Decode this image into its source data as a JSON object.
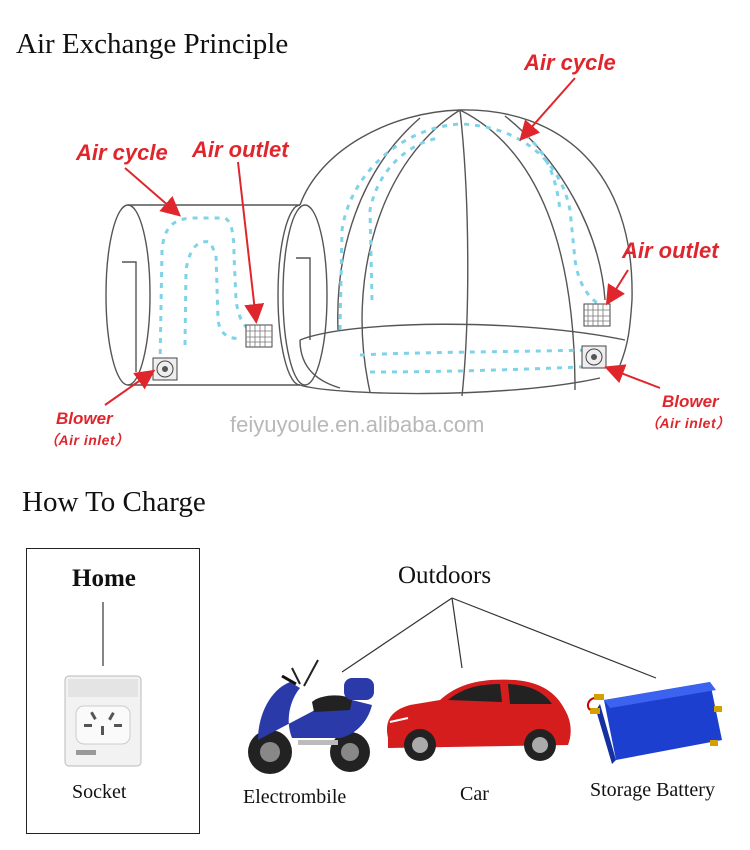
{
  "air_section": {
    "title": "Air Exchange Principle",
    "labels": {
      "air_cycle_left": "Air cycle",
      "air_outlet_left": "Air outlet",
      "air_cycle_right": "Air cycle",
      "air_outlet_right": "Air outlet",
      "blower_left": "Blower",
      "air_inlet_left": "（Air inlet）",
      "blower_right": "Blower",
      "air_inlet_right": "（Air inlet）"
    },
    "watermark": "feiyuyoule.en.alibaba.com",
    "colors": {
      "label_red": "#e0262d",
      "airflow": "#7fd3e8",
      "outline": "#555555"
    }
  },
  "charge_section": {
    "title": "How To Charge",
    "home": {
      "heading": "Home",
      "item": "Socket"
    },
    "outdoors": {
      "heading": "Outdoors",
      "items": [
        "Electrombile",
        "Car",
        "Storage Battery"
      ]
    }
  }
}
